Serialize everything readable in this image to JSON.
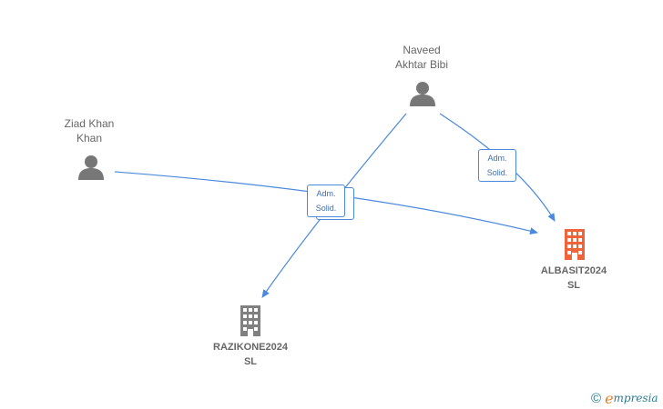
{
  "nodes": {
    "naveed": {
      "line1": "Naveed",
      "line2": "Akhtar Bibi",
      "type": "person"
    },
    "ziad": {
      "line1": "Ziad Khan",
      "line2": "Khan",
      "type": "person"
    },
    "albasit": {
      "line1": "ALBASIT2024",
      "line2": "SL",
      "type": "company",
      "color": "#f0643c"
    },
    "razikone": {
      "line1": "RAZIKONE2024",
      "line2": "SL",
      "type": "company",
      "color": "#808080"
    }
  },
  "edges": [
    {
      "from": "naveed",
      "to": "albasit",
      "line1": "Adm.",
      "line2": "Solid."
    },
    {
      "from": "ziad",
      "to": "albasit",
      "line1": "Adm.",
      "line2": "Solid."
    },
    {
      "from": "naveed",
      "to": "razikone",
      "line1": "Adm.",
      "line2": "Solid."
    }
  ],
  "colors": {
    "edge": "#4a89dc",
    "person_icon": "#777777",
    "label": "#666666"
  },
  "footer": {
    "copyright_symbol": "©",
    "brand_initial": "e",
    "brand_rest": "mpresia"
  }
}
